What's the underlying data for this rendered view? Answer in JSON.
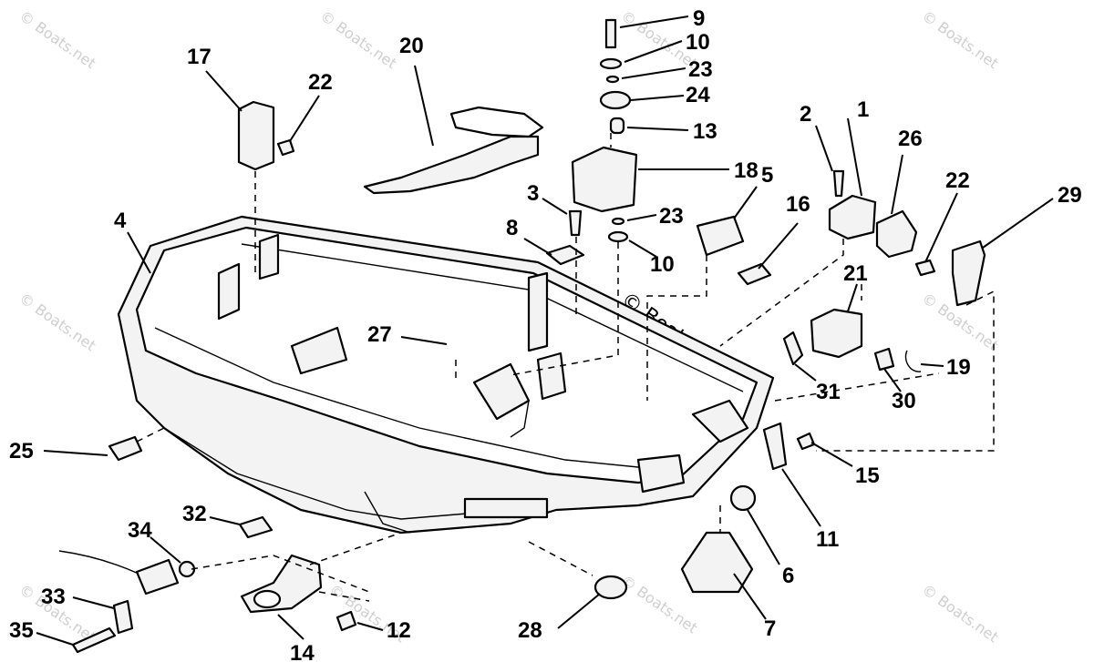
{
  "diagram": {
    "watermark": "© Boats.net",
    "callouts": [
      {
        "id": "c1",
        "label": "1"
      },
      {
        "id": "c2",
        "label": "2"
      },
      {
        "id": "c3",
        "label": "3"
      },
      {
        "id": "c4",
        "label": "4"
      },
      {
        "id": "c5",
        "label": "5"
      },
      {
        "id": "c6",
        "label": "6"
      },
      {
        "id": "c7",
        "label": "7"
      },
      {
        "id": "c8",
        "label": "8"
      },
      {
        "id": "c9",
        "label": "9"
      },
      {
        "id": "c10a",
        "label": "10"
      },
      {
        "id": "c10b",
        "label": "10"
      },
      {
        "id": "c11",
        "label": "11"
      },
      {
        "id": "c12",
        "label": "12"
      },
      {
        "id": "c13",
        "label": "13"
      },
      {
        "id": "c14",
        "label": "14"
      },
      {
        "id": "c15",
        "label": "15"
      },
      {
        "id": "c16",
        "label": "16"
      },
      {
        "id": "c17",
        "label": "17"
      },
      {
        "id": "c18",
        "label": "18"
      },
      {
        "id": "c19",
        "label": "19"
      },
      {
        "id": "c20",
        "label": "20"
      },
      {
        "id": "c21",
        "label": "21"
      },
      {
        "id": "c22a",
        "label": "22"
      },
      {
        "id": "c22b",
        "label": "22"
      },
      {
        "id": "c23a",
        "label": "23"
      },
      {
        "id": "c23b",
        "label": "23"
      },
      {
        "id": "c24",
        "label": "24"
      },
      {
        "id": "c25",
        "label": "25"
      },
      {
        "id": "c26",
        "label": "26"
      },
      {
        "id": "c27",
        "label": "27"
      },
      {
        "id": "c28",
        "label": "28"
      },
      {
        "id": "c29",
        "label": "29"
      },
      {
        "id": "c30",
        "label": "30"
      },
      {
        "id": "c31",
        "label": "31"
      },
      {
        "id": "c32",
        "label": "32"
      },
      {
        "id": "c33",
        "label": "33"
      },
      {
        "id": "c34",
        "label": "34"
      },
      {
        "id": "c35",
        "label": "35"
      }
    ]
  }
}
